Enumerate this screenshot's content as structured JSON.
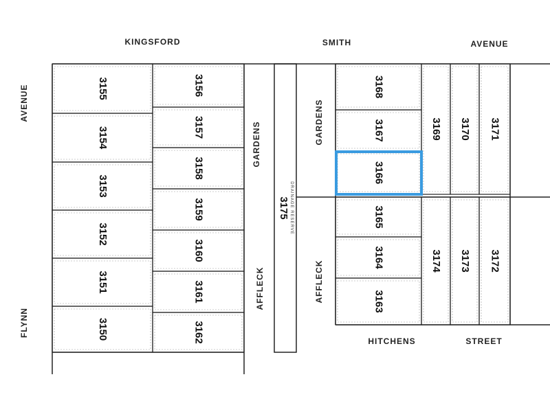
{
  "streets": {
    "kingsford": "KINGSFORD",
    "smith": "SMITH",
    "avenue_top": "AVENUE",
    "avenue_left": "AVENUE",
    "flynn": "FLYNN",
    "gardens_left": "GARDENS",
    "affleck_left": "AFFLECK",
    "gardens_right": "GARDENS",
    "affleck_right": "AFFLECK",
    "hitchens": "HITCHENS",
    "street": "STREET"
  },
  "drainage_reserve": {
    "label": "DRAINAGE RESERVE",
    "lot": "3175"
  },
  "lots": [
    "3150",
    "3151",
    "3152",
    "3153",
    "3154",
    "3155",
    "3156",
    "3157",
    "3158",
    "3159",
    "3160",
    "3161",
    "3162",
    "3163",
    "3164",
    "3165",
    "3166",
    "3167",
    "3168",
    "3169",
    "3170",
    "3171",
    "3172",
    "3173",
    "3174"
  ],
  "highlighted_lot": "3166",
  "highlight_color": "#3a9be0"
}
